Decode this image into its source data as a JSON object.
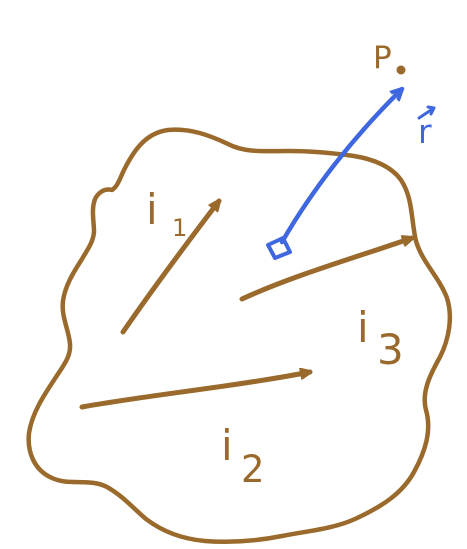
{
  "colors": {
    "outline": "#9a6a2c",
    "current_arrows": "#9a6a2c",
    "position_vector": "#3f68e0",
    "background": "#ffffff"
  },
  "labels": {
    "point": "P",
    "r_vector": "r",
    "i1_main": "i",
    "i1_sub": "1",
    "i2_main": "i",
    "i2_sub": "2",
    "i3_main": "i",
    "i3_sub": "3"
  },
  "elements": {
    "region": "irregular-current-region",
    "point_marker": "point-p",
    "vector": "position-vector-r"
  }
}
